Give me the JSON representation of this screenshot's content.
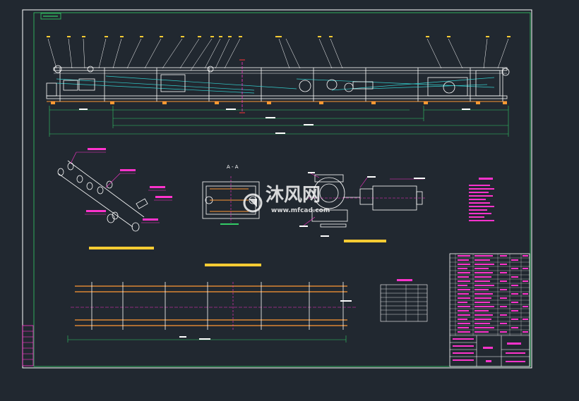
{
  "colors": {
    "background": "#212830",
    "frame": "#ffffff",
    "title_green": "#33cc66",
    "magenta": "#ff33cc",
    "orange": "#ff9933",
    "yellow": "#ffcc33",
    "cyan": "#33cccc",
    "white": "#ffffff",
    "red": "#ff3333",
    "watermark": "#ffffff"
  },
  "sheet": {
    "section_label": "A - A",
    "watermark_brand": "沐风网",
    "watermark_url": "www.mfcad.com",
    "logo_icon": "mfcad-logo-icon"
  }
}
